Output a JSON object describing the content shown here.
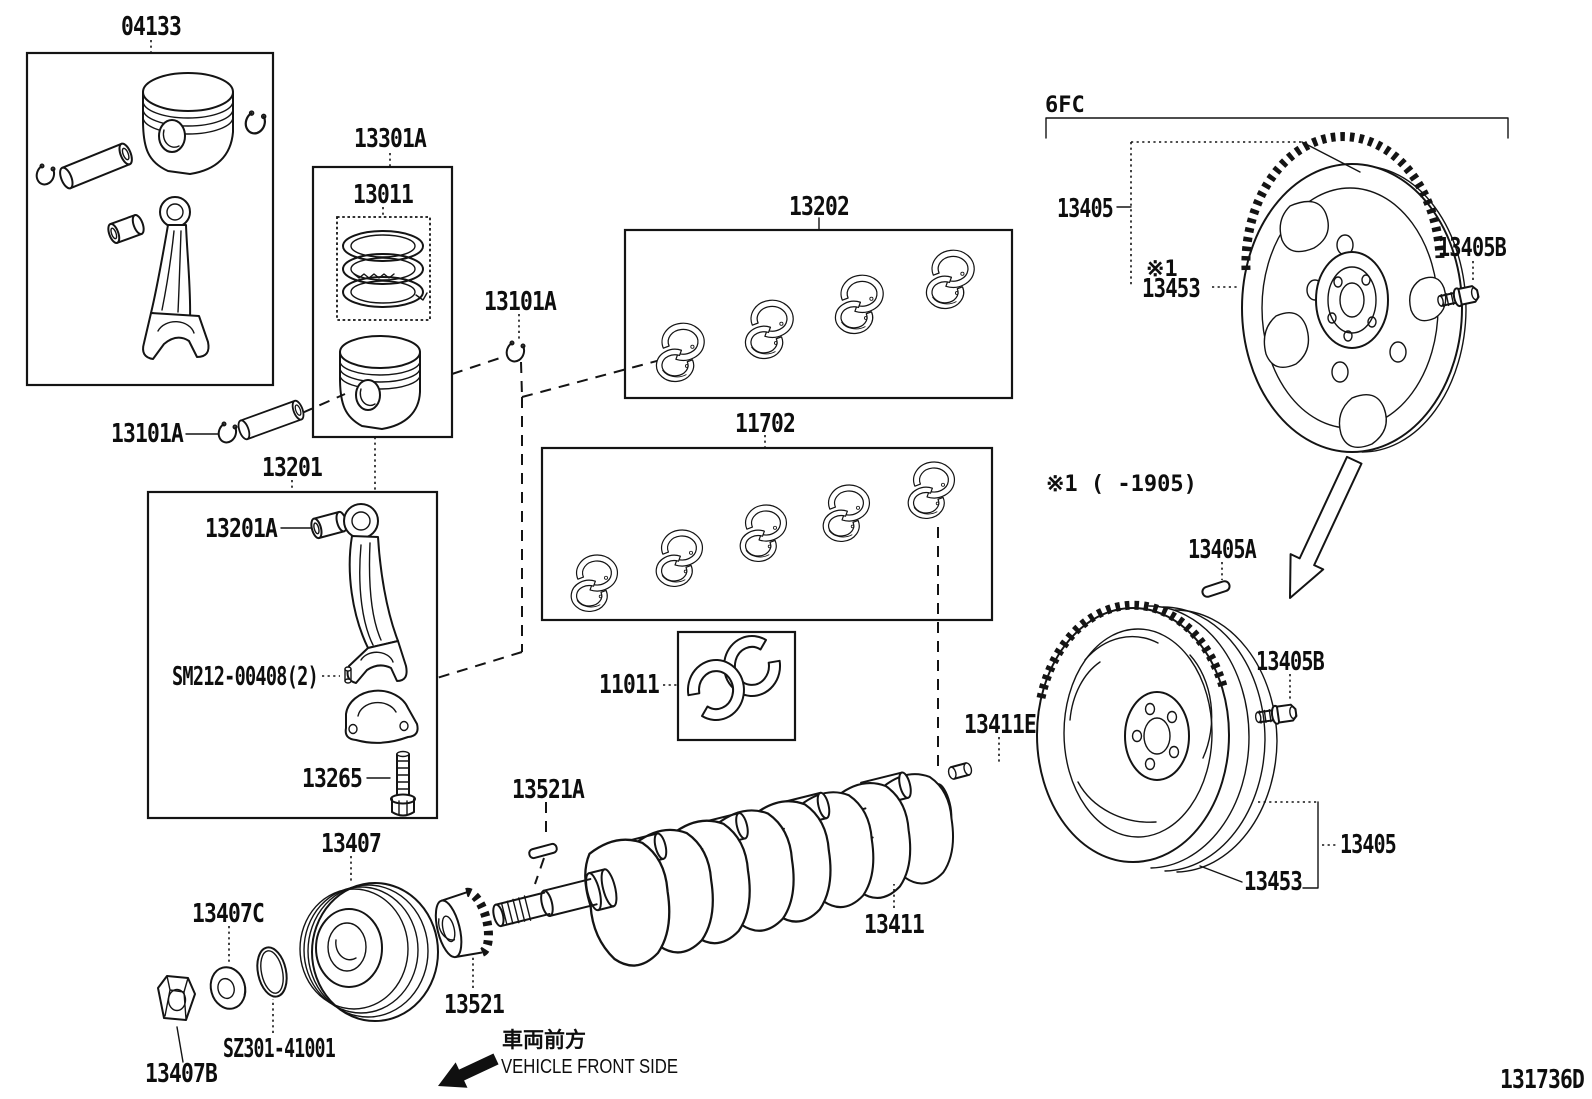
{
  "page": {
    "background": "#ffffff",
    "ink": "#141414",
    "doc_number": "131736D"
  },
  "diagram": {
    "callouts": {
      "c04133": "04133",
      "c13301A": "13301A",
      "c13011": "13011",
      "c13101A_left": "13101A",
      "c13101A_right": "13101A",
      "c13201": "13201",
      "c13201A": "13201A",
      "cSM212": "SM212-00408(2)",
      "c13265": "13265",
      "c13202": "13202",
      "c11702": "11702",
      "c11011": "11011",
      "c13521A": "13521A",
      "c13521": "13521",
      "c13411": "13411",
      "c13411E": "13411E",
      "c13407": "13407",
      "c13407C": "13407C",
      "cSZ301": "SZ301-41001",
      "c13407B": "13407B",
      "c13405_top": "13405",
      "c13453_top": "13453",
      "c13405B_top": "13405B",
      "c13405A": "13405A",
      "c13405B_bottom": "13405B",
      "c13405_bottom": "13405",
      "c13453_bottom": "13453"
    },
    "notes": {
      "variant": "6FC",
      "star_mark": "※1",
      "applicability": "※1 (      -1905)"
    },
    "direction": {
      "jp": "車両前方",
      "en": "VEHICLE FRONT SIDE"
    }
  }
}
